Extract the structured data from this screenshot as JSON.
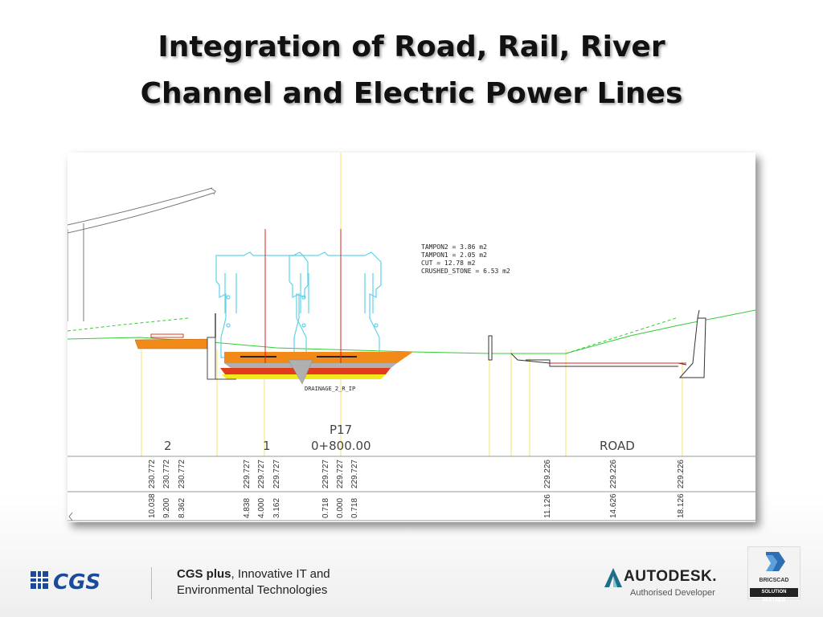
{
  "slide": {
    "title_line1": "Integration of Road,  Rail,  River",
    "title_line2": "Channel and Electric Power Lines"
  },
  "drawing": {
    "areas": [
      "TAMPON2 = 3.86 m2",
      "TAMPON1 = 2.05 m2",
      "CUT = 12.78 m2",
      "CRUSHED_STONE = 6.53 m2"
    ],
    "drainage_label": "DRAINAGE_2_R_IP",
    "station_labels": {
      "track_2": "2",
      "track_1": "1",
      "profile": "P17",
      "chainage": "0+800.00",
      "road": "ROAD"
    },
    "table_columns": [
      [
        "10.038",
        "230.772"
      ],
      [
        "9.200",
        "230.772"
      ],
      [
        "8.362",
        "230.772"
      ],
      [
        "4.838",
        "229.727"
      ],
      [
        "4.000",
        "229.727"
      ],
      [
        "3.162",
        "229.727"
      ],
      [
        "0.718",
        "229.727"
      ],
      [
        "0.000",
        "229.727"
      ],
      [
        "0.718",
        "229.727"
      ],
      [
        "11.126",
        "229.226"
      ],
      [
        "14.626",
        "229.226"
      ],
      [
        "18.126",
        "229.226"
      ]
    ],
    "colors": {
      "track_fill": "#f28a1a",
      "ballast_red": "#e23b1e",
      "yellow_layer": "#f2e81c",
      "gray_layer": "#b0b0b0",
      "catenary": "#5fd3e8",
      "ground_line": "#33cc33",
      "axis_red": "#e22020",
      "guide_yellow": "#f5e56a"
    }
  },
  "footer": {
    "cgs_logo_text": "CGS",
    "cgs_name": "CGS plus",
    "cgs_tagline_rest": ", Innovative IT and",
    "cgs_tagline_line2": "Environmental Technologies",
    "autodesk_name": "AUTODESK.",
    "autodesk_sub": "Authorised Developer",
    "bricscad_name": "BRICSCAD",
    "bricscad_badge": "SOLUTION PARTNER"
  }
}
